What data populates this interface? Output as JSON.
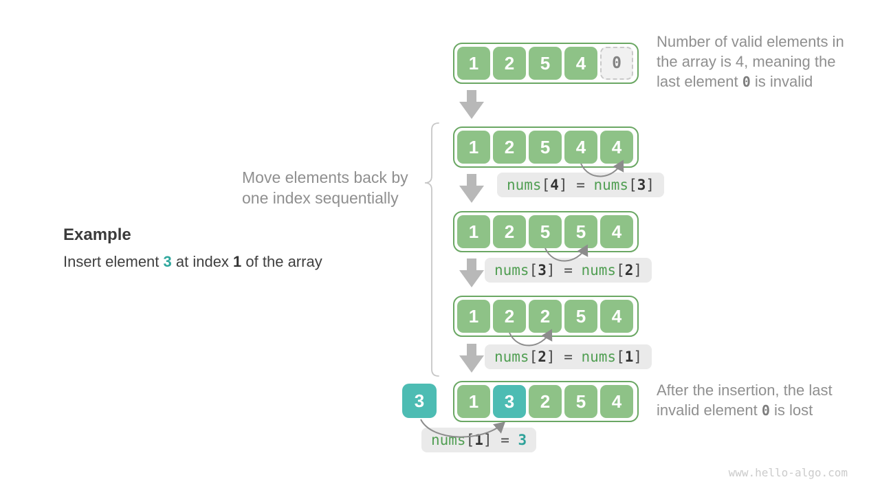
{
  "colors": {
    "cell_green": "#8EC287",
    "array_border_green": "#6AA763",
    "highlight_teal": "#4DBCB3",
    "code_green": "#509E52",
    "label_bg": "#EAEAEA",
    "note_gray": "#8F8F8F",
    "arrow_gray": "#B8B8B8",
    "arc_gray": "#8C8C8C"
  },
  "example": {
    "heading": "Example",
    "p1": "Insert element ",
    "value": "3",
    "p2": " at index ",
    "index": "1",
    "p3": " of the array"
  },
  "left_note": {
    "l1": "Move elements back by",
    "l2": "one index sequentially"
  },
  "right_note_top": {
    "l1": "Number of valid elements in",
    "l2": "the array is 4, meaning the",
    "l3a": "last element ",
    "l3code": "0",
    "l3b": " is invalid"
  },
  "right_note_bottom": {
    "l1": "After the insertion, the last",
    "l2a": "invalid element ",
    "l2code": "0",
    "l2b": " is lost"
  },
  "rows": [
    {
      "cells": [
        "1",
        "2",
        "5",
        "4"
      ],
      "invalid": "0"
    },
    {
      "cells": [
        "1",
        "2",
        "5",
        "4",
        "4"
      ]
    },
    {
      "cells": [
        "1",
        "2",
        "5",
        "5",
        "4"
      ]
    },
    {
      "cells": [
        "1",
        "2",
        "2",
        "5",
        "4"
      ]
    },
    {
      "cells": [
        "1",
        "3",
        "2",
        "5",
        "4"
      ]
    }
  ],
  "standalone_value": "3",
  "syntax": {
    "lb": "[",
    "rb": "]",
    "eq": " = "
  },
  "labels": [
    {
      "fn1": "nums",
      "i1": "4",
      "fn2": "nums",
      "i2": "3"
    },
    {
      "fn1": "nums",
      "i1": "3",
      "fn2": "nums",
      "i2": "2"
    },
    {
      "fn1": "nums",
      "i1": "2",
      "fn2": "nums",
      "i2": "1"
    },
    {
      "fn": "nums",
      "idx": "1",
      "val": "3"
    }
  ],
  "watermark": "www.hello-algo.com"
}
